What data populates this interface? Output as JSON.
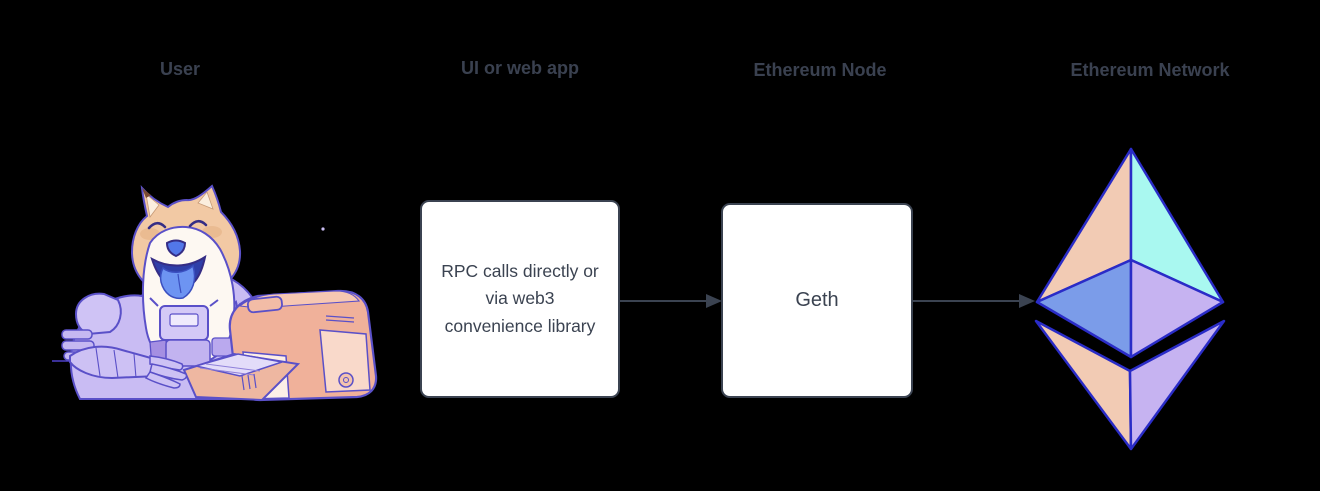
{
  "diagram": {
    "background": "#000000",
    "headers": [
      {
        "label": "User"
      },
      {
        "label": "UI or web app"
      },
      {
        "label": "Ethereum Node"
      },
      {
        "label": "Ethereum Network"
      }
    ],
    "nodes": {
      "rpc_box": {
        "label": "RPC calls directly or via web3 convenience library"
      },
      "geth_box": {
        "label": "Geth"
      }
    },
    "icons": {
      "user": "doge-astronaut-at-computer-icon",
      "network": "ethereum-logo-icon"
    }
  },
  "colors": {
    "line": "#3b4351",
    "text": "#3b4351",
    "box_bg": "#ffffff",
    "eth_outline": "#2a2cc7",
    "eth_peach": "#f2cbb4",
    "eth_cyan": "#a9f8f0",
    "eth_blue": "#7b9ce9",
    "eth_lavender": "#c6b3f1",
    "doge_fur": "#f2c9a4",
    "doge_white": "#fdf8f2",
    "doge_suit": "#c9bcf3",
    "doge_tongue": "#6d94f2",
    "computer_salmon": "#f0b19a",
    "illustration_outline": "#5a50c8"
  }
}
